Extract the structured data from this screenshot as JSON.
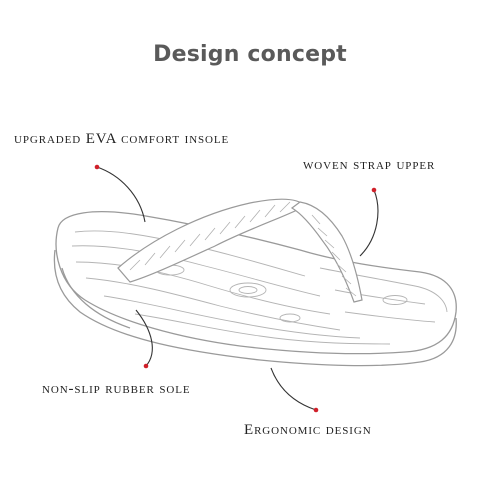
{
  "title": "Design concept",
  "callouts": {
    "insole": "upgraded EVA comfort insole",
    "strap": "woven strap upper",
    "sole": "non-slip rubber sole",
    "ergonomic": "Ergonomic design"
  },
  "colors": {
    "title": "#5a5a5a",
    "text": "#222222",
    "dot": "#d0202a",
    "sketch": "#9a9a9a"
  }
}
